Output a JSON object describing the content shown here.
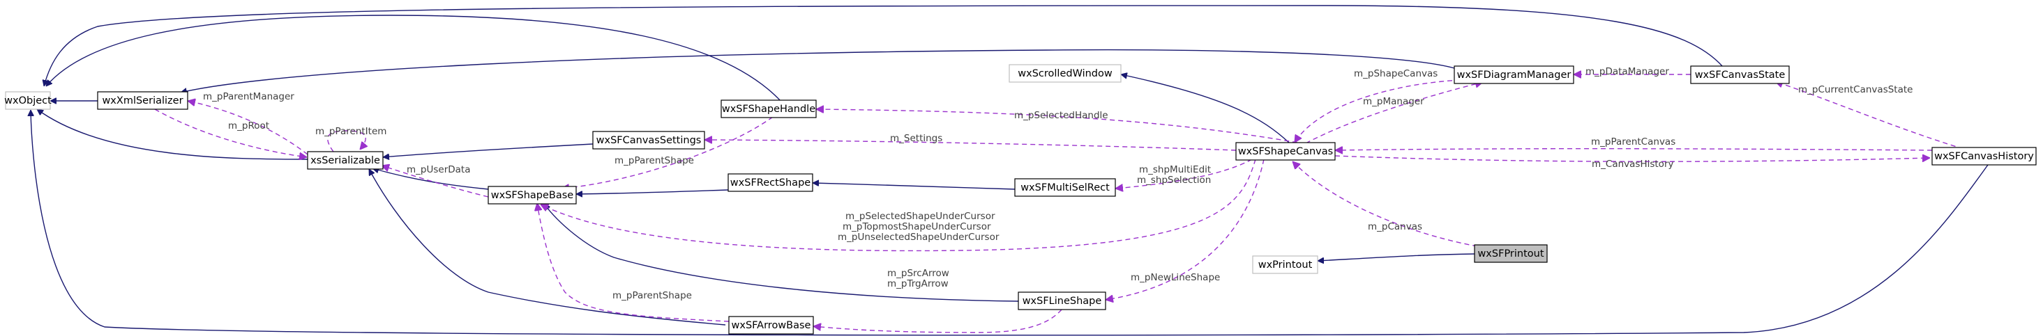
{
  "colors": {
    "inherit": "#191970",
    "usage": "#9a32cd",
    "node_border": "#000000",
    "external_border": "#bfbfbf",
    "highlight_fill": "#bfbfbf"
  },
  "nodes": {
    "wxObject": "wxObject",
    "wxXmlSerializer": "wxXmlSerializer",
    "xsSerializable": "xsSerializable",
    "wxSFShapeBase": "wxSFShapeBase",
    "wxSFShapeHandle": "wxSFShapeHandle",
    "wxSFCanvasSettings": "wxSFCanvasSettings",
    "wxSFRectShape": "wxSFRectShape",
    "wxSFArrowBase": "wxSFArrowBase",
    "wxScrolledWindow": "wxScrolledWindow",
    "wxSFShapeCanvas": "wxSFShapeCanvas",
    "wxSFMultiSelRect": "wxSFMultiSelRect",
    "wxSFLineShape": "wxSFLineShape",
    "wxPrintout": "wxPrintout",
    "wxSFPrintout": "wxSFPrintout",
    "wxSFDiagramManager": "wxSFDiagramManager",
    "wxSFCanvasState": "wxSFCanvasState",
    "wxSFCanvasHistory": "wxSFCanvasHistory"
  },
  "edge_labels": {
    "pParentManager": "m_pParentManager",
    "pRoot": "m_pRoot",
    "pParentItem": "m_pParentItem",
    "pUserData": "m_pUserData",
    "pParentShape_handle": "m_pParentShape",
    "pParentShape_arrow": "m_pParentShape",
    "pSelectedHandle": "m_pSelectedHandle",
    "settings": "m_Settings",
    "shpMultiEdit": "m_shpMultiEdit",
    "shpSelection": "m_shpSelection",
    "underCursor1": "m_pSelectedShapeUnderCursor",
    "underCursor2": "m_pTopmostShapeUnderCursor",
    "underCursor3": "m_pUnselectedShapeUnderCursor",
    "srcArrow": "m_pSrcArrow",
    "trgArrow": "m_pTrgArrow",
    "pNewLineShape": "m_pNewLineShape",
    "pCanvas": "m_pCanvas",
    "pShapeCanvas": "m_pShapeCanvas",
    "pManager": "m_pManager",
    "pDataManager": "m_pDataManager",
    "pCurrentCanvasState": "m_pCurrentCanvasState",
    "pParentCanvas": "m_pParentCanvas",
    "canvasHistory": "m_CanvasHistory"
  }
}
